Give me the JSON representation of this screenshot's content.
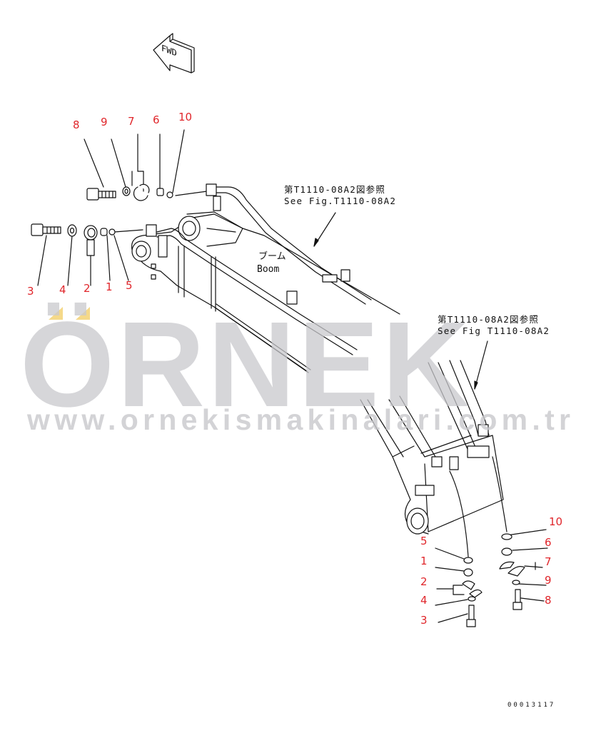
{
  "diagram": {
    "title_arrow": "FWD",
    "boom_label_jp": "ブーム",
    "boom_label_en": "Boom",
    "references": [
      {
        "jp": "第T1110-08A2図参照",
        "en": "See Fig.T1110-08A2"
      },
      {
        "jp": "第T1110-08A2図参照",
        "en": "See Fig T1110-08A2"
      }
    ],
    "callouts_upper_left": [
      "8",
      "9",
      "7",
      "6",
      "10",
      "3",
      "4",
      "2",
      "1",
      "5"
    ],
    "callouts_lower_right": [
      "5",
      "1",
      "2",
      "4",
      "3",
      "10",
      "6",
      "7",
      "9",
      "8"
    ],
    "document_number": "00013117",
    "callout_color": "#e0262b"
  },
  "watermark": {
    "brand": "ÖRNEK",
    "url": "www.ornekismakinalari.com.tr",
    "text_color": "#c8c8cc",
    "accent_color": "#f5d98a"
  }
}
